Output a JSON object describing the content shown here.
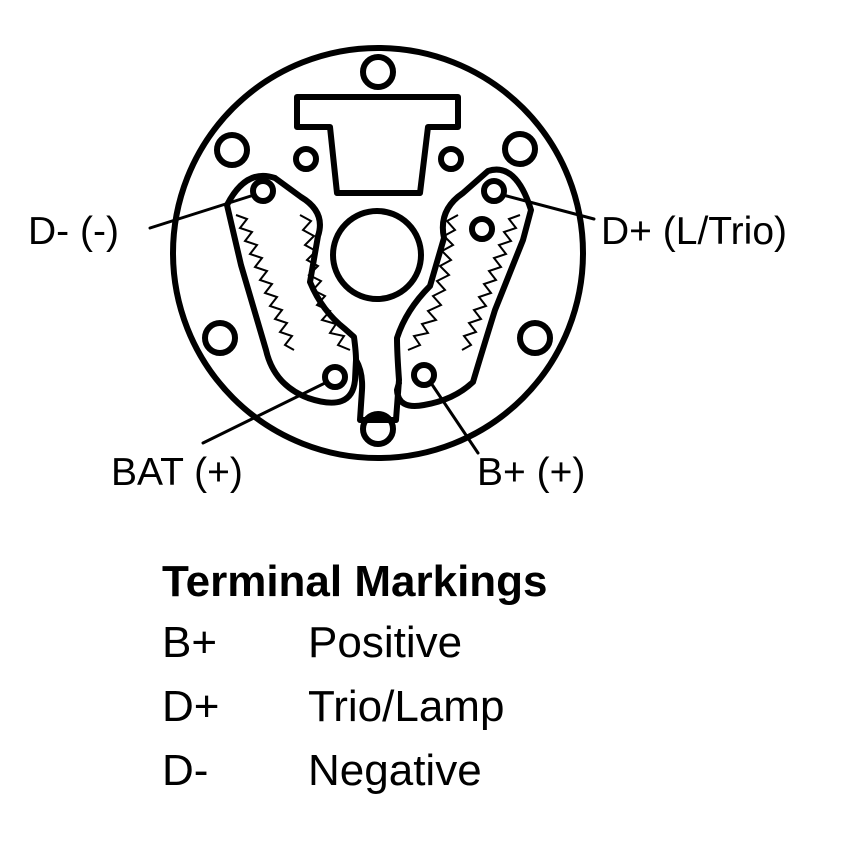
{
  "callouts": {
    "d_minus": "D- (-)",
    "d_plus": "D+ (L/Trio)",
    "bat": "BAT (+)",
    "b_plus": "B+ (+)"
  },
  "legend": {
    "title": "Terminal Markings",
    "rows": [
      {
        "code": "B+",
        "meaning": "Positive"
      },
      {
        "code": "D+",
        "meaning": "Trio/Lamp"
      },
      {
        "code": "D-",
        "meaning": "Negative"
      }
    ]
  },
  "colors": {
    "line": "#000000",
    "background": "#ffffff"
  }
}
